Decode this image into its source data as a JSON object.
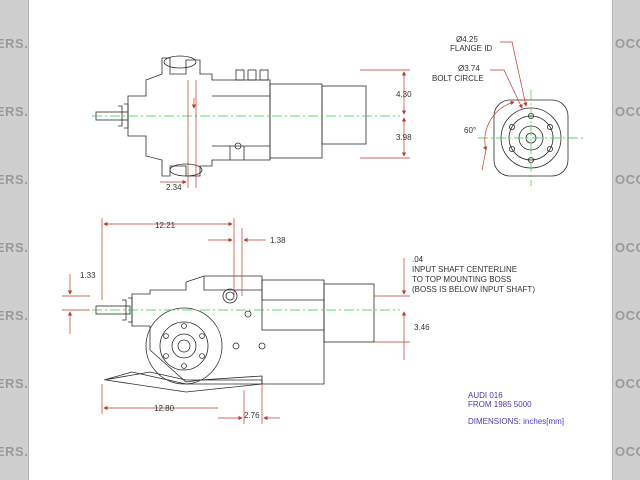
{
  "watermark": {
    "left_text": "DERS.C",
    "right_text": "OCOST"
  },
  "top_view": {
    "dim_height_upper": "4.30",
    "dim_height_lower": "3.98",
    "dim_offset": "2.34"
  },
  "flange_view": {
    "flange_dia": "Ø4.25",
    "flange_label": "FLANGE ID",
    "bolt_circle_dia": "Ø3.74",
    "bolt_circle_label": "BOLT CIRCLE",
    "angle": "60°"
  },
  "side_view": {
    "dim_overall_upper": "12.21",
    "dim_boss_offset": "1.38",
    "dim_shaft_height": "1.33",
    "dim_boss_below": ".04",
    "note_line1": "INPUT SHAFT CENTERLINE",
    "note_line2": "TO TOP MOUNTING BOSS",
    "note_line3": "(BOSS IS BELOW INPUT SHAFT)",
    "dim_flange_height": "3.46",
    "dim_overall_lower": "12.80",
    "dim_bottom_offset": "2.76"
  },
  "title_block": {
    "line1": "AUDI 016",
    "line2": "FROM 1985 5000",
    "line3": "DIMENSIONS: inches[mm]"
  },
  "colors": {
    "line": "#2b2b2b",
    "dimension": "#c0392b",
    "centerline": "#2ecc40",
    "note": "#4a3cb0",
    "sidebar": "#cfcfcf"
  }
}
